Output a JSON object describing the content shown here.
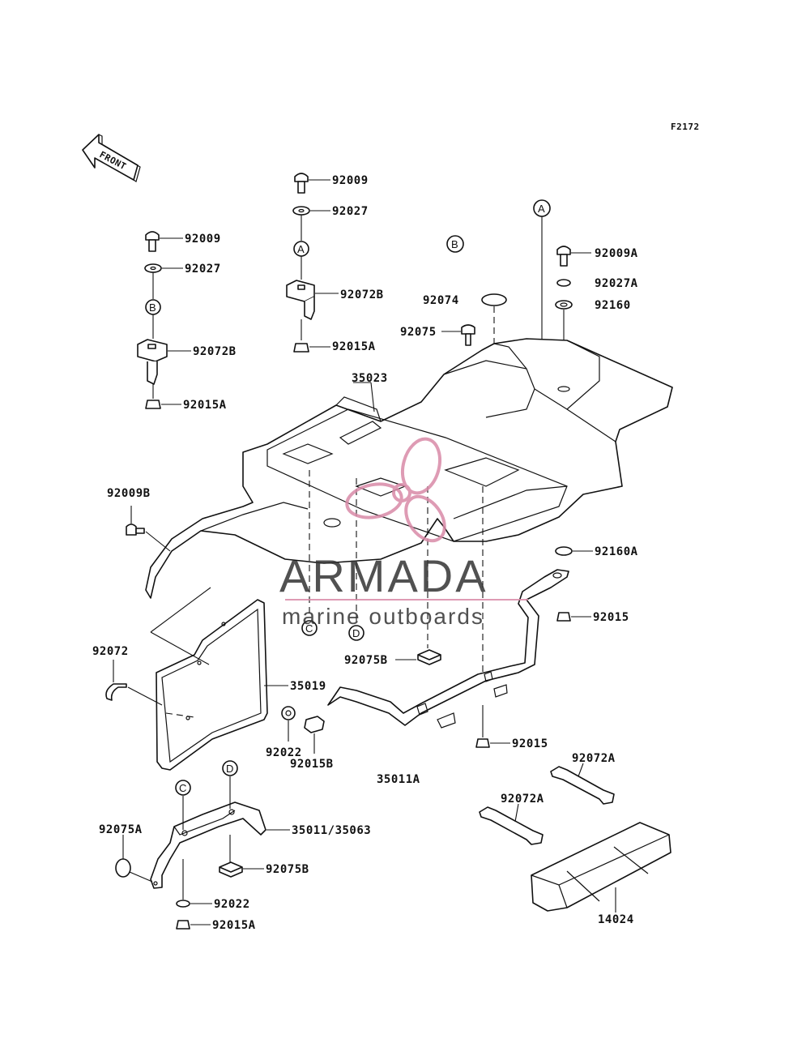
{
  "figure_code": "F2172",
  "front_arrow_label": "FRONT",
  "parts": {
    "p92009_mid": "92009",
    "p92027_mid": "92027",
    "p92009_left": "92009",
    "p92027_left": "92027",
    "p92072B_mid": "92072B",
    "p92015A_mid": "92015A",
    "p92072B_left": "92072B",
    "p92015A_left": "92015A",
    "p92074": "92074",
    "p92075": "92075",
    "p92009A": "92009A",
    "p92027A": "92027A",
    "p92160": "92160",
    "p35023": "35023",
    "p92009B": "92009B",
    "p92160A": "92160A",
    "p92015_right": "92015",
    "p92072": "92072",
    "p35019": "35019",
    "p92075B_mid": "92075B",
    "p92022_mid": "92022",
    "p92015B": "92015B",
    "p92015_low": "92015",
    "p35011A": "35011A",
    "p92072A_upper": "92072A",
    "p92072A_lower": "92072A",
    "p92075A": "92075A",
    "p35011_35063": "35011/35063",
    "p92075B_low": "92075B",
    "p92022_low": "92022",
    "p92015A_low": "92015A",
    "p14024": "14024"
  },
  "ref_markers": {
    "a_mid": "A",
    "a_right": "A",
    "b_left": "B",
    "b_mid": "B",
    "c_mid": "C",
    "d_mid": "D",
    "c_low": "C",
    "d_low": "D"
  },
  "watermark": {
    "title": "ARMADA",
    "subtitle": "marine outboards",
    "logo_color": "#d98aa8"
  }
}
